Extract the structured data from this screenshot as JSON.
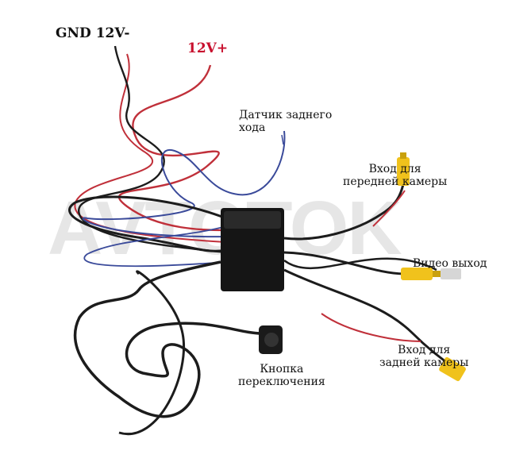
{
  "watermark": "AVTOTOK",
  "colors": {
    "background": "#ffffff",
    "red_label": "#c8102e",
    "label_text": "#111111",
    "wire_black": "#1c1c1c",
    "wire_red": "#c0303a",
    "wire_blue": "#3a4a9a",
    "rca_yellow": "#f0c21c",
    "box": "#151515"
  },
  "labels": {
    "gnd": "GND 12V-",
    "plus12": "12V+",
    "reverse_sensor": [
      "Датчик заднего",
      "хода"
    ],
    "front_camera_in": [
      "Вход для",
      "передней камеры"
    ],
    "video_out": "Видео выход",
    "rear_camera_in": [
      "Вход для",
      "задней камеры"
    ],
    "switch_button": [
      "Кнопка",
      "переключения"
    ]
  }
}
